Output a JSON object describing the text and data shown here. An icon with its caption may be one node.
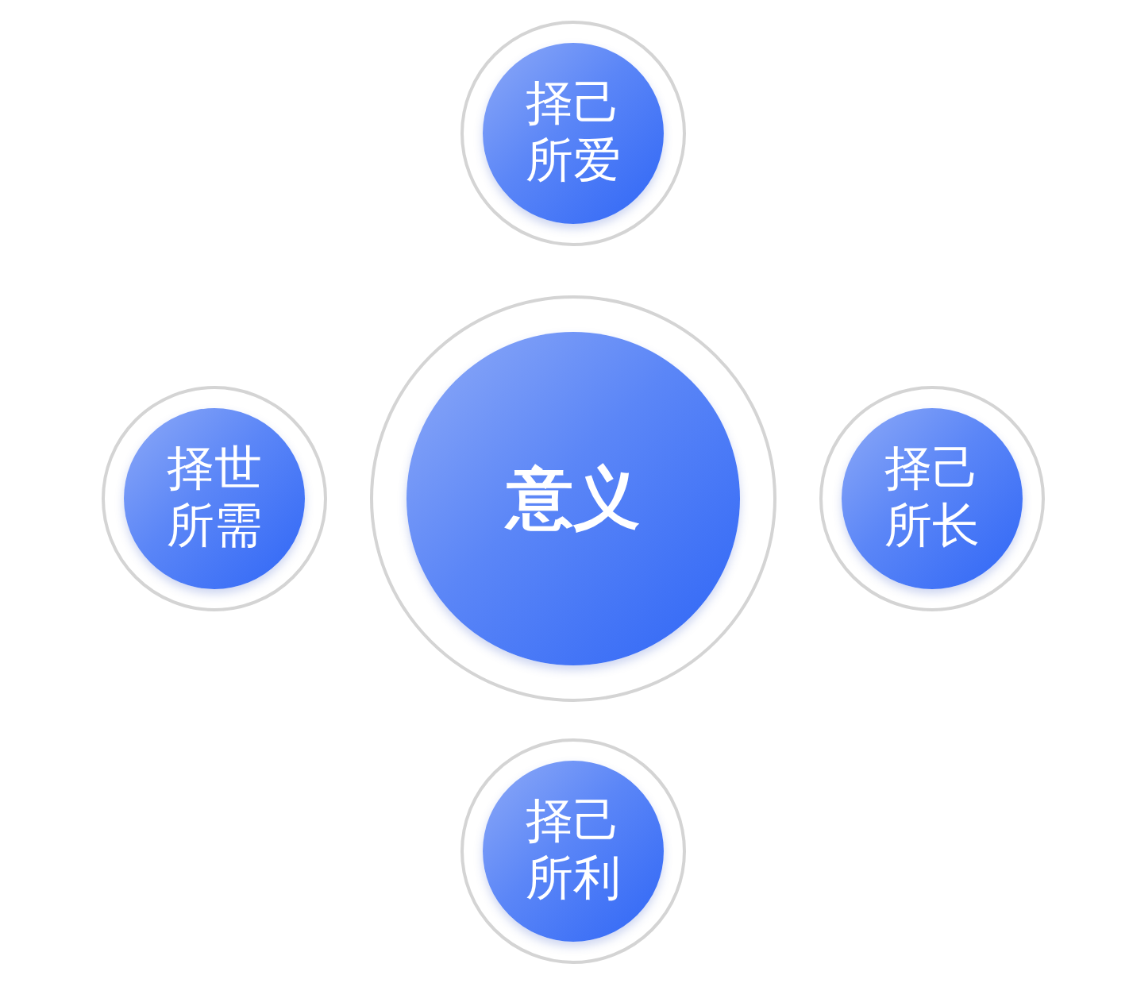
{
  "diagram": {
    "nodes": [
      {
        "text": [
          "择己所爱"
        ]
      },
      {
        "text": [
          "择世所需"
        ]
      },
      {
        "text": [
          "意义"
        ]
      },
      {
        "text": [
          "择己所长"
        ]
      },
      {
        "text": [
          "择己所利"
        ]
      }
    ]
  }
}
